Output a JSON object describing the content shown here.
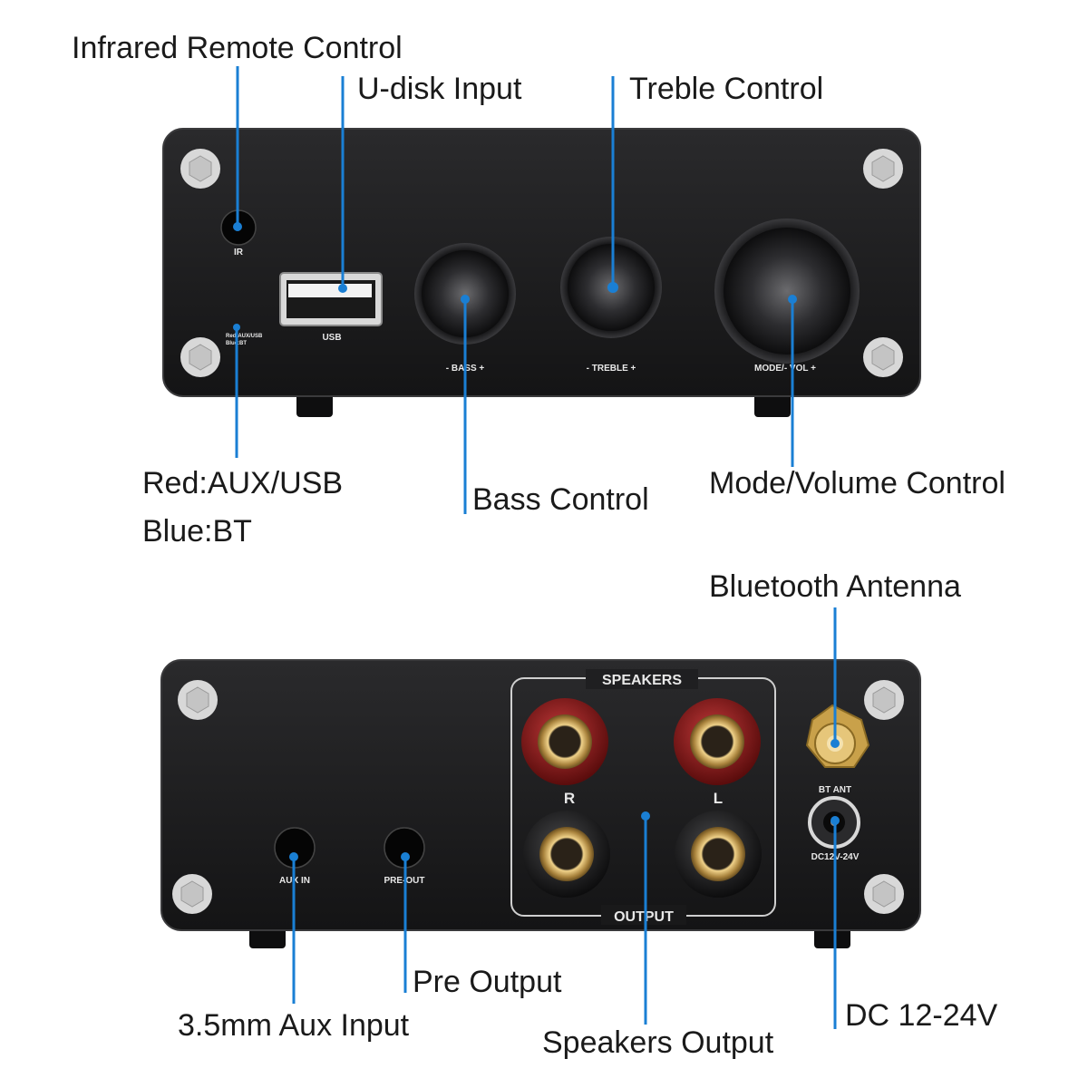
{
  "front_panel": {
    "ir_label": "IR",
    "usb_label": "USB",
    "led_label_line1": "Red:AUX/USB",
    "led_label_line2": "Blue:BT",
    "bass_label": "- BASS +",
    "treble_label": "- TREBLE +",
    "volume_label": "MODE/- VOL +"
  },
  "rear_panel": {
    "speakers_header": "SPEAKERS",
    "output_footer": "OUTPUT",
    "right_channel": "R",
    "left_channel": "L",
    "bt_ant_label": "BT ANT",
    "dc_label": "DC12V-24V",
    "aux_in_label": "AUX IN",
    "pre_out_label": "PRE-OUT"
  },
  "callouts": {
    "infrared_remote": "Infrared Remote Control",
    "u_disk": "U-disk Input",
    "treble": "Treble Control",
    "led_red": "Red:AUX/USB",
    "led_blue": "Blue:BT",
    "bass": "Bass Control",
    "mode_volume": "Mode/Volume Control",
    "bluetooth_antenna": "Bluetooth Antenna",
    "pre_output": "Pre Output",
    "aux_input": "3.5mm Aux Input",
    "speakers_output": "Speakers Output",
    "dc_power": "DC 12-24V"
  },
  "colors": {
    "callout_line": "#1a7fd4",
    "panel": "#1c1c1e",
    "binding_post_red": "#8a1515",
    "gold": "#c9a45a"
  }
}
